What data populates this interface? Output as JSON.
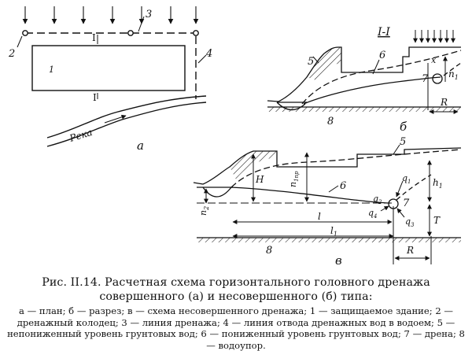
{
  "labels": {
    "river": "Река",
    "section_mark": "I-I",
    "section_roman": "I",
    "panel_a": "а",
    "panel_b": "б",
    "panel_v": "в",
    "n1": "1",
    "n2": "2",
    "n3": "3",
    "n4": "4",
    "n5": "5",
    "n6": "6",
    "n7": "7",
    "n8": "8",
    "R": "R",
    "H": "H",
    "T": "T",
    "l": "l",
    "l1_base": "l",
    "l1_sub": "1",
    "h1_base": "h",
    "h1_sub": "1",
    "n1_base": "n",
    "n1_sub": "1",
    "n2_base": "n",
    "n2_sub": "2",
    "n1np_base": "n",
    "n1np_sub": "1np",
    "q1_base": "q",
    "q1_sub": "1",
    "q2_base": "q",
    "q2_sub": "2",
    "q3_base": "q",
    "q3_sub": "3",
    "q4_base": "q",
    "q4_sub": "4",
    "x": "x"
  },
  "caption": {
    "title": "Рис. II.14. Расчетная схема горизонтального головного дренажа совершенного (а) и несовершенного (б) типа:",
    "legend": "а — план; б — разрез; в — схема несовершенного дренажа; 1 — защищаемое здание; 2 — дренажный колодец; 3 — линия дренажа; 4 — линия отвода дренажных вод в водоем; 5 — непониженный уровень грунтовых вод; 6 — пониженный уровень грунтовых вод; 7 — дрена; 8 — водоупор."
  }
}
